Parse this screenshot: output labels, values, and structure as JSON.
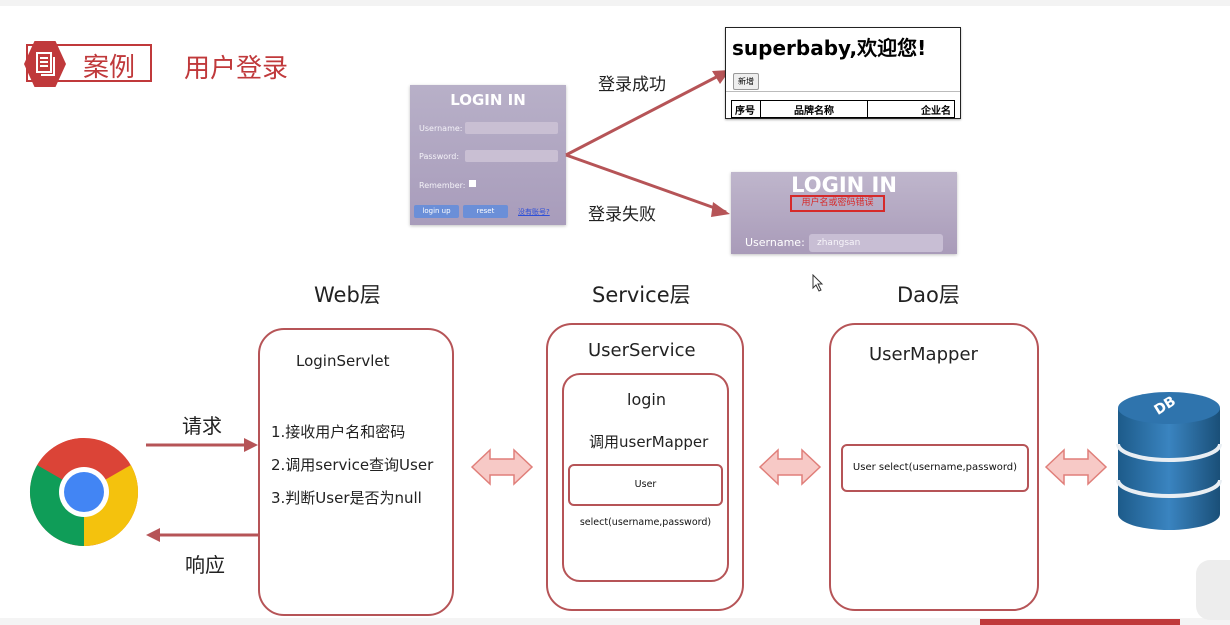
{
  "header": {
    "label": "案例",
    "title": "用户登录"
  },
  "login_mock": {
    "title": "LOGIN IN",
    "username_label": "Username:",
    "password_label": "Password:",
    "remember_label": "Remember:",
    "login_button": "login up",
    "reset_button": "reset",
    "register_link": "没有账号?"
  },
  "success_label": "登录成功",
  "failure_label": "登录失败",
  "welcome_mock": {
    "heading": "superbaby,欢迎您!",
    "add_button": "新增",
    "columns": [
      "序号",
      "品牌名称",
      "企业名"
    ]
  },
  "failed_mock": {
    "title": "LOGIN IN",
    "error": "用户名或密码错误",
    "username_label": "Username:",
    "username_value": "zhangsan"
  },
  "layers": {
    "web": {
      "title": "Web层",
      "component": "LoginServlet",
      "steps": [
        "1.接收用户名和密码",
        "2.调用service查询User",
        "3.判断User是否为null"
      ]
    },
    "service": {
      "title": "Service层",
      "component": "UserService",
      "method": "login",
      "call": "调用userMapper",
      "signature": "User select(username,password)"
    },
    "dao": {
      "title": "Dao层",
      "component": "UserMapper",
      "signature": "User select(username,password)"
    }
  },
  "request_label": "请求",
  "response_label": "响应",
  "db_label": "DB",
  "colors": {
    "accent": "#c0393b",
    "box_border": "#b65457",
    "arrow_fill": "#f7c9c6"
  }
}
